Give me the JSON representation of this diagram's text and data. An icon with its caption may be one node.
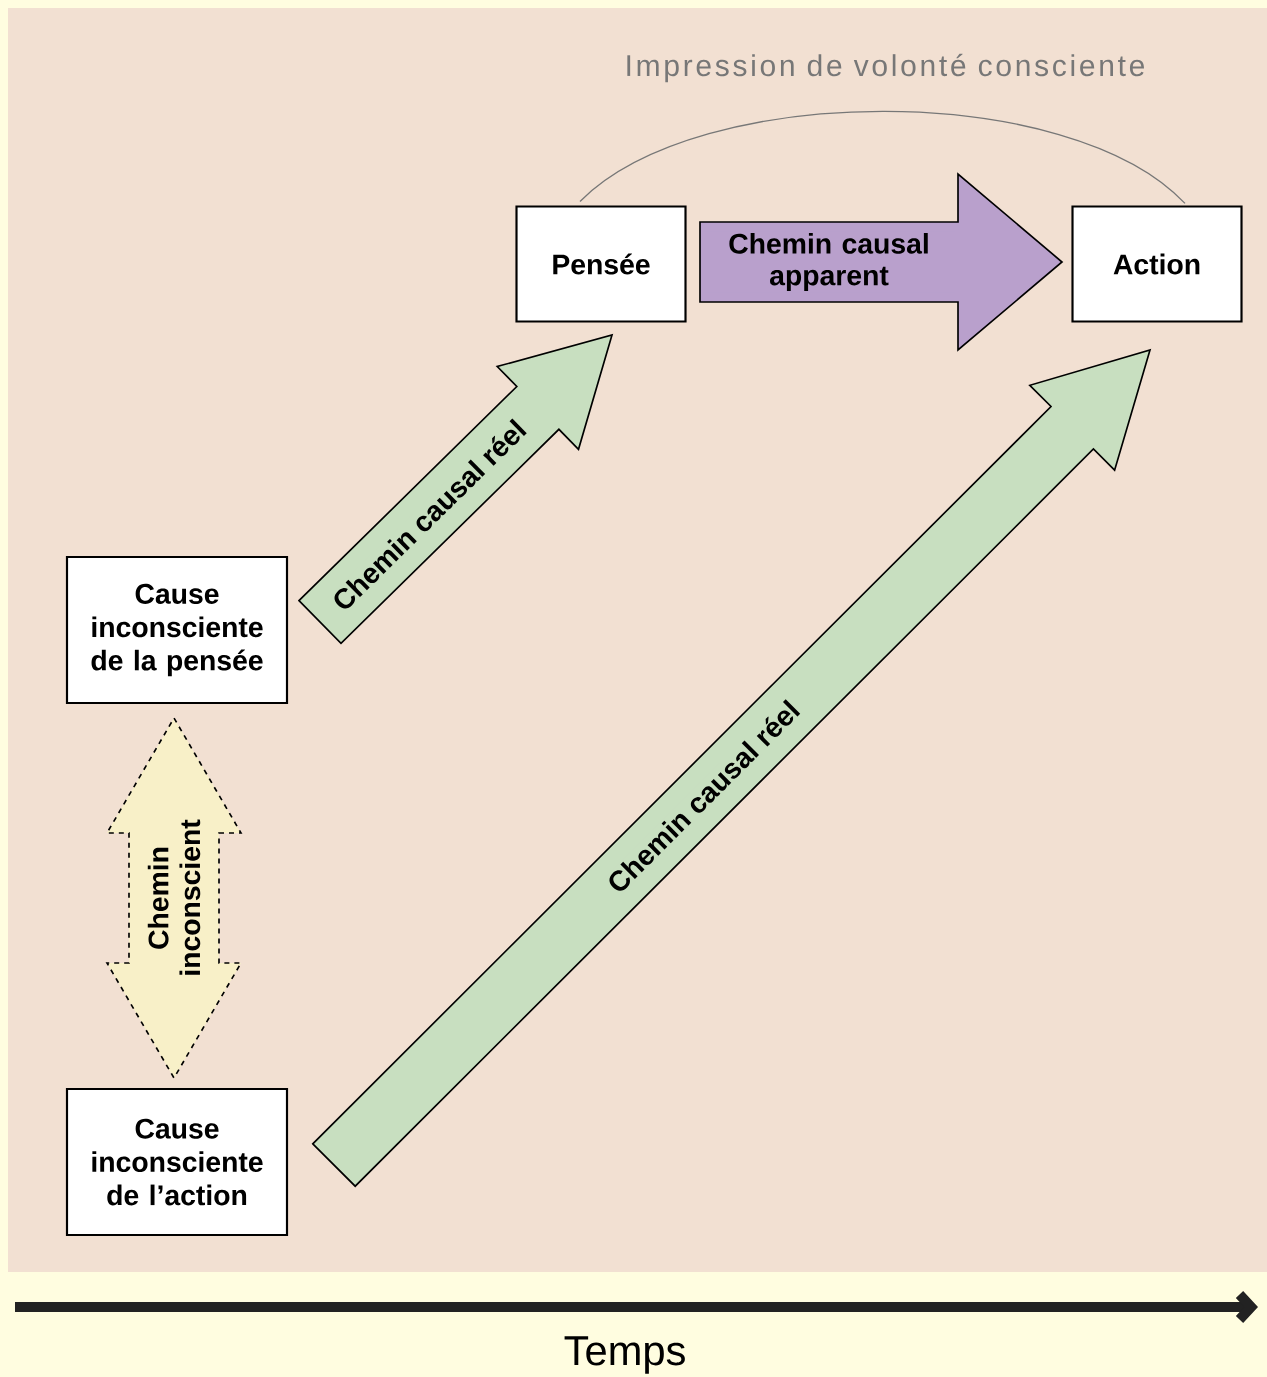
{
  "diagram": {
    "nodes": [
      {
        "text": [
          "Pensée"
        ]
      },
      {
        "text": [
          "Action"
        ]
      },
      {
        "text": [
          "Cause inconsciente de la pensée"
        ]
      },
      {
        "text": [
          "Cause inconsciente de l’action"
        ]
      }
    ],
    "edges": [
      {
        "from": 0,
        "to": 1,
        "arrow": "to",
        "label": "Chemin causal apparent",
        "color": "#b9a0cc"
      },
      {
        "from": 2,
        "to": 0,
        "arrow": "to",
        "label": "Chemin causal réel",
        "color": "#c8dfc0"
      },
      {
        "from": 3,
        "to": 1,
        "arrow": "to",
        "label": "Chemin causal réel",
        "color": "#c8dfc0"
      },
      {
        "from": 2,
        "to": 3,
        "arrow": "both",
        "label": "Chemin inconscient",
        "style": "dashed",
        "color": "#f8f0c8"
      },
      {
        "from": 0,
        "to": 1,
        "arrow": "none",
        "label": "Impression de volonté consciente",
        "color": "#777777"
      }
    ],
    "labels": [
      "Temps"
    ]
  }
}
